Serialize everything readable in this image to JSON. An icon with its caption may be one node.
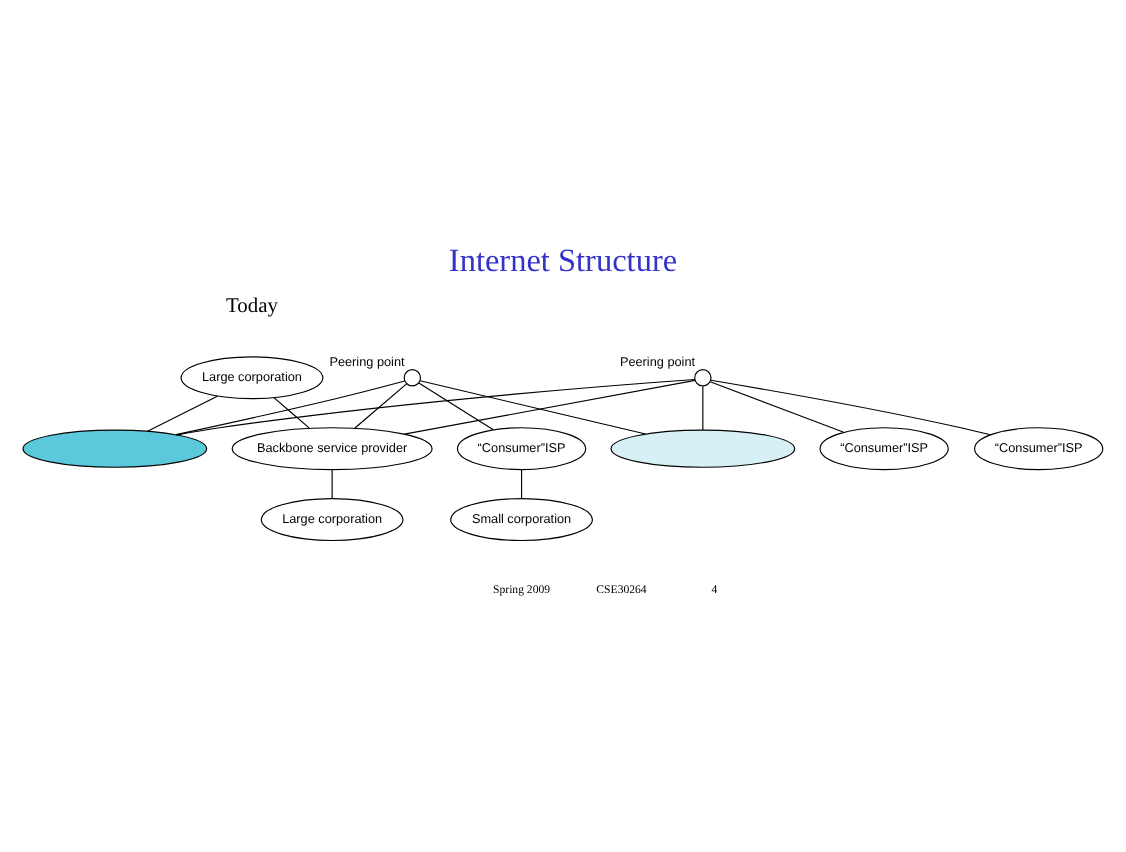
{
  "diagram": {
    "title": "Internet Structure",
    "nodes": [
      {
        "text": [
          "Large corporation"
        ]
      },
      {
        "text": [],
        "shape": "ellipse"
      },
      {
        "text": [],
        "shape": "ellipse"
      },
      {
        "text": [
          "Backbone service provider"
        ]
      },
      {
        "text": [
          "“Consumer”ISP"
        ]
      },
      {
        "text": [],
        "shape": "circle",
        "beside": [
          "Peering point"
        ]
      },
      {
        "text": [],
        "shape": "circle",
        "beside": [
          "Peering point"
        ]
      },
      {
        "text": [
          "“Consumer”ISP"
        ]
      },
      {
        "text": [
          "Large corporation"
        ]
      },
      {
        "text": [
          "“Consumer”ISP"
        ]
      },
      {
        "text": [
          "Small corporation"
        ]
      }
    ],
    "edges": [
      {
        "from": 0,
        "to": 1,
        "arrow": "none"
      },
      {
        "from": 0,
        "to": 3,
        "arrow": "none"
      },
      {
        "from": 5,
        "to": 1,
        "arrow": "none"
      },
      {
        "from": 5,
        "to": 2,
        "arrow": "none"
      },
      {
        "from": 5,
        "to": 3,
        "arrow": "none"
      },
      {
        "from": 6,
        "to": 1,
        "arrow": "none"
      },
      {
        "from": 6,
        "to": 2,
        "arrow": "none"
      },
      {
        "from": 6,
        "to": 3,
        "arrow": "none"
      },
      {
        "from": 6,
        "to": 4,
        "arrow": "none"
      },
      {
        "from": 6,
        "to": 9,
        "arrow": "none"
      },
      {
        "from": 5,
        "to": 7,
        "arrow": "none"
      },
      {
        "from": 7,
        "to": 10,
        "arrow": "none"
      },
      {
        "from": 3,
        "to": 8,
        "arrow": "none"
      }
    ],
    "labels": [
      "Today",
      "Spring 2009",
      "CSE30264",
      "4"
    ]
  }
}
